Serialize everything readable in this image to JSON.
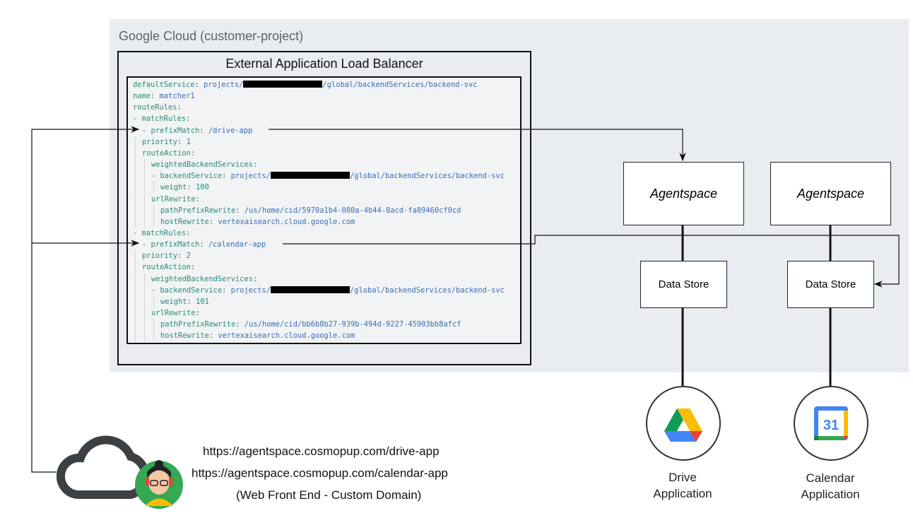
{
  "project_label": "Google Cloud (customer-project)",
  "load_balancer": {
    "title": "External Application Load Balancer",
    "code_lines": [
      {
        "indent": 0,
        "prefix": "",
        "key": "defaultService",
        "value": "projects/",
        "redacted": true,
        "suffix": "/global/backendServices/backend-svc"
      },
      {
        "indent": 0,
        "prefix": "",
        "key": "name",
        "value": "matcher1"
      },
      {
        "indent": 0,
        "prefix": "",
        "key": "routeRules",
        "value": ""
      },
      {
        "indent": 0,
        "prefix": "- ",
        "key": "matchRules",
        "value": ""
      },
      {
        "indent": 1,
        "prefix": "- ",
        "key": "prefixMatch",
        "value": "/drive-app"
      },
      {
        "indent": 1,
        "prefix": "",
        "key": "priority",
        "value": "1",
        "numeric": true
      },
      {
        "indent": 1,
        "prefix": "",
        "key": "routeAction",
        "value": ""
      },
      {
        "indent": 2,
        "prefix": "",
        "key": "weightedBackendServices",
        "value": ""
      },
      {
        "indent": 2,
        "prefix": "- ",
        "key": "backendService",
        "value": "projects/",
        "redacted": true,
        "suffix": "/global/backendServices/backend-svc"
      },
      {
        "indent": 3,
        "prefix": "",
        "key": "weight",
        "value": "100",
        "numeric": true
      },
      {
        "indent": 2,
        "prefix": "",
        "key": "urlRewrite",
        "value": ""
      },
      {
        "indent": 3,
        "prefix": "",
        "key": "pathPrefixRewrite",
        "value": "/us/home/cid/5970a1b4-080a-4b44-8acd-fa89460cf0cd"
      },
      {
        "indent": 3,
        "prefix": "",
        "key": "hostRewrite",
        "value": "vertexaisearch.cloud.google.com"
      },
      {
        "indent": 0,
        "prefix": "- ",
        "key": "matchRules",
        "value": ""
      },
      {
        "indent": 1,
        "prefix": "- ",
        "key": "prefixMatch",
        "value": "/calendar-app"
      },
      {
        "indent": 1,
        "prefix": "",
        "key": "priority",
        "value": "2",
        "numeric": true
      },
      {
        "indent": 1,
        "prefix": "",
        "key": "routeAction",
        "value": ""
      },
      {
        "indent": 2,
        "prefix": "",
        "key": "weightedBackendServices",
        "value": ""
      },
      {
        "indent": 2,
        "prefix": "- ",
        "key": "backendService",
        "value": "projects/",
        "redacted": true,
        "suffix": "/global/backendServices/backend-svc"
      },
      {
        "indent": 3,
        "prefix": "",
        "key": "weight",
        "value": "101",
        "numeric": true
      },
      {
        "indent": 2,
        "prefix": "",
        "key": "urlRewrite",
        "value": ""
      },
      {
        "indent": 3,
        "prefix": "",
        "key": "pathPrefixRewrite",
        "value": "/us/home/cid/bb6b8b27-939b-494d-9227-45903bb8afcf"
      },
      {
        "indent": 3,
        "prefix": "",
        "key": "hostRewrite",
        "value": "vertexaisearch.cloud.google.com"
      }
    ]
  },
  "drive_stack": {
    "agent": "Agentspace",
    "datastore": "Data Store",
    "app_line1": "Drive",
    "app_line2": "Application",
    "icon": "google-drive-icon"
  },
  "calendar_stack": {
    "agent": "Agentspace",
    "datastore": "Data Store",
    "app_line1": "Calendar",
    "app_line2": "Application",
    "icon": "google-calendar-icon",
    "icon_text": "31"
  },
  "frontend": {
    "url1": "https://agentspace.cosmopup.com/drive-app",
    "url2": "https://agentspace.cosmopup.com/calendar-app",
    "caption": "(Web Front End - Custom Domain)",
    "icons": [
      "cloud-icon",
      "user-avatar-icon"
    ]
  },
  "colors": {
    "key": "#2a8a7b",
    "value": "#3a6db3",
    "cloud_bg": "#e9edf1"
  }
}
